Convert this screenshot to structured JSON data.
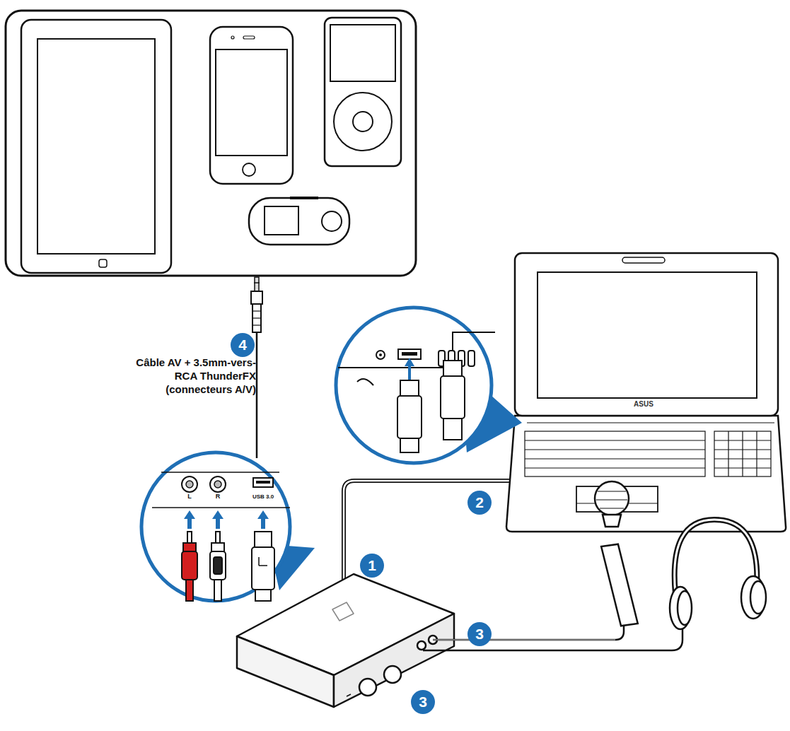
{
  "diagram": {
    "labels": [
      "4",
      "Câble AV + 3.5mm-vers-RCA ThunderFX (connecteurs A/V)",
      "ASUS",
      "2",
      "L",
      "R",
      "USB 3.0",
      "1",
      "3",
      "3"
    ]
  }
}
